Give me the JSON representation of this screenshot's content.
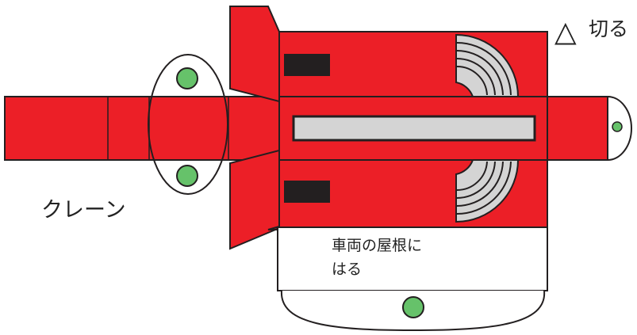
{
  "labels": {
    "cut_mark": "△",
    "cut_text": "切る",
    "crane": "クレーン",
    "roof_line1": "車両の屋根に",
    "roof_line2": "はる"
  },
  "colors": {
    "body_red": "#ec1f27",
    "outline": "#231f20",
    "dot_green": "#66c26a",
    "panel_gray": "#d4d4d4",
    "window_black": "#231f20",
    "background": "#ffffff"
  },
  "icons": {
    "cut": "triangle-outline",
    "glue_point": "green-circle"
  }
}
